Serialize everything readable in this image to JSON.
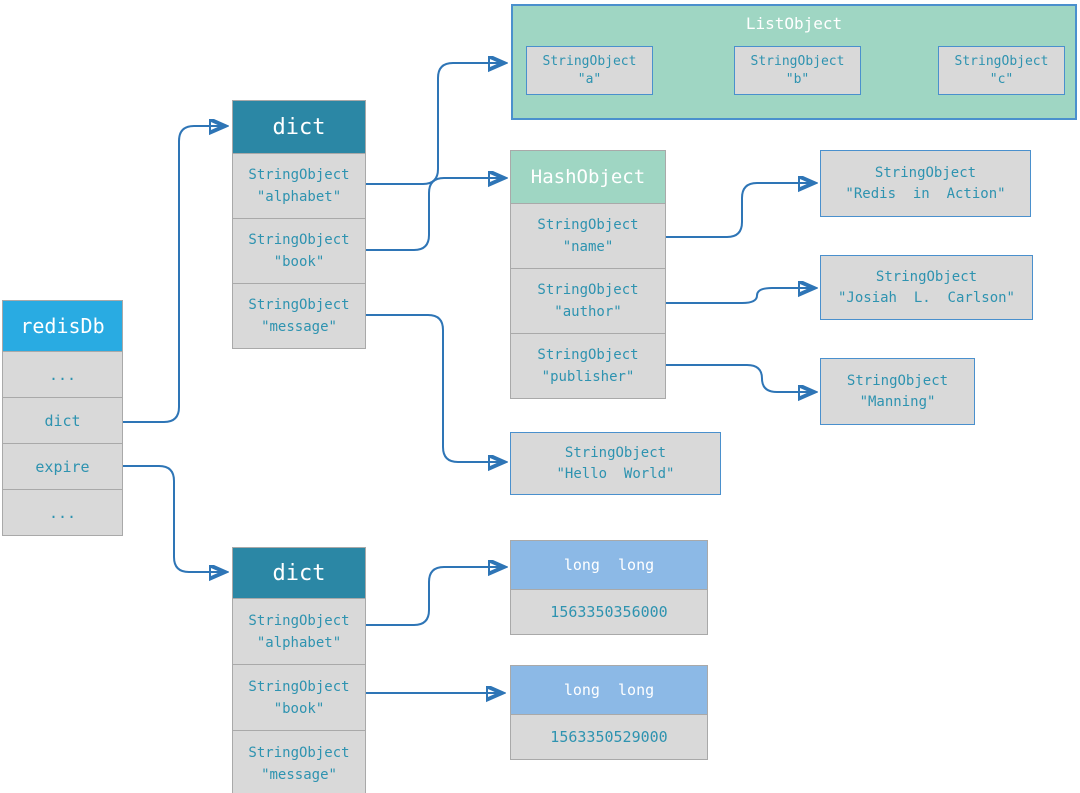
{
  "colors": {
    "redisdb_header": "#29abe2",
    "dict_header": "#2b87a5",
    "mint_header": "#9fd6c3",
    "long_header": "#8cb9e6",
    "cell_background": "#d9d9d9",
    "cell_border": "#a9a9a9",
    "blue_box_border": "#4a90cd",
    "teal_text": "#2e93b0",
    "arrow": "#2e75b6"
  },
  "redisdb": {
    "title": "redisDb",
    "rows": [
      "...",
      "dict",
      "expire",
      "..."
    ]
  },
  "dict_top": {
    "title": "dict",
    "rows": [
      {
        "type": "StringObject",
        "value": "\"alphabet\""
      },
      {
        "type": "StringObject",
        "value": "\"book\""
      },
      {
        "type": "StringObject",
        "value": "\"message\""
      }
    ]
  },
  "list_object": {
    "title": "ListObject",
    "items": [
      {
        "type": "StringObject",
        "value": "\"a\""
      },
      {
        "type": "StringObject",
        "value": "\"b\""
      },
      {
        "type": "StringObject",
        "value": "\"c\""
      }
    ]
  },
  "hash_object": {
    "title": "HashObject",
    "rows": [
      {
        "type": "StringObject",
        "value": "\"name\""
      },
      {
        "type": "StringObject",
        "value": "\"author\""
      },
      {
        "type": "StringObject",
        "value": "\"publisher\""
      }
    ]
  },
  "value_boxes": {
    "redis_in_action": {
      "type": "StringObject",
      "value": "\"Redis  in  Action\""
    },
    "josiah": {
      "type": "StringObject",
      "value": "\"Josiah  L.  Carlson\""
    },
    "manning": {
      "type": "StringObject",
      "value": "\"Manning\""
    },
    "hello_world": {
      "type": "StringObject",
      "value": "\"Hello  World\""
    }
  },
  "dict_bottom": {
    "title": "dict",
    "rows": [
      {
        "type": "StringObject",
        "value": "\"alphabet\""
      },
      {
        "type": "StringObject",
        "value": "\"book\""
      },
      {
        "type": "StringObject",
        "value": "\"message\""
      }
    ]
  },
  "long_boxes": [
    {
      "title": "long  long",
      "value": "1563350356000"
    },
    {
      "title": "long  long",
      "value": "1563350529000"
    }
  ]
}
